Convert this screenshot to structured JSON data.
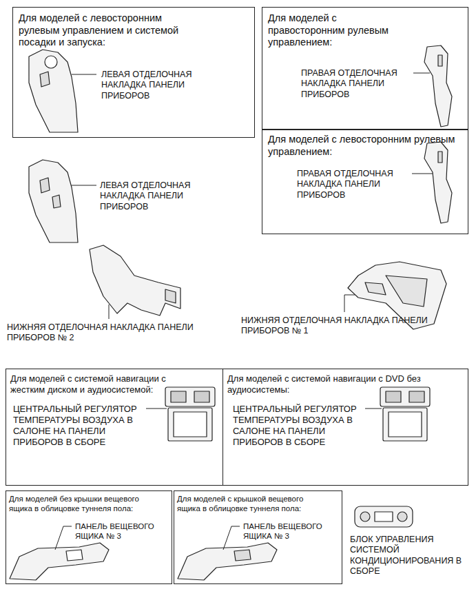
{
  "diagram": {
    "nodes": [
      {
        "text": [
          "Для моделей с левосторонним рулевым управлением и системой посадки и запуска:",
          "ЛЕВАЯ ОТДЕЛОЧНАЯ НАКЛАДКА ПАНЕЛИ ПРИБОРОВ"
        ]
      },
      {
        "text": [
          "Для моделей с правосторонним рулевым управлением:",
          "ПРАВАЯ ОТДЕЛОЧНАЯ НАКЛАДКА ПАНЕЛИ ПРИБОРОВ"
        ]
      },
      {
        "text": [
          "Для моделей с левосторонним рулевым управлением:",
          "ПРАВАЯ ОТДЕЛОЧНАЯ НАКЛАДКА ПАНЕЛИ ПРИБОРОВ"
        ]
      },
      {
        "text": [
          "Для моделей с системой навигации с жестким диском и аудиосистемой:",
          "ЦЕНТРАЛЬНЫЙ РЕГУЛЯТОР ТЕМПЕРАТУРЫ ВОЗДУХА В САЛОНЕ НА ПАНЕЛИ ПРИБОРОВ В СБОРЕ"
        ]
      },
      {
        "text": [
          "Для моделей с системой навигации с DVD без аудиосистемы:",
          "ЦЕНТРАЛЬНЫЙ РЕГУЛЯТОР ТЕМПЕРАТУРЫ ВОЗДУХА В САЛОНЕ НА ПАНЕЛИ ПРИБОРОВ В СБОРЕ"
        ]
      },
      {
        "text": [
          "Для моделей без крышки вещевого ящика в облицовке туннеля пола:",
          "ПАНЕЛЬ ВЕЩЕВОГО ЯЩИКА № 3"
        ]
      },
      {
        "text": [
          "Для моделей с крышкой вещевого ящика в облицовке туннеля пола:",
          "ПАНЕЛЬ ВЕЩЕВОГО ЯЩИКА № 3"
        ]
      }
    ],
    "labels": [
      "ЛЕВАЯ ОТДЕЛОЧНАЯ НАКЛАДКА ПАНЕЛИ ПРИБОРОВ",
      "НИЖНЯЯ ОТДЕЛОЧНАЯ НАКЛАДКА ПАНЕЛИ ПРИБОРОВ № 2",
      "НИЖНЯЯ ОТДЕЛОЧНАЯ НАКЛАДКА ПАНЕЛИ ПРИБОРОВ № 1",
      "БЛОК УПРАВЛЕНИЯ СИСТЕМОЙ КОНДИЦИОНИРОВАНИЯ В СБОРЕ"
    ]
  }
}
